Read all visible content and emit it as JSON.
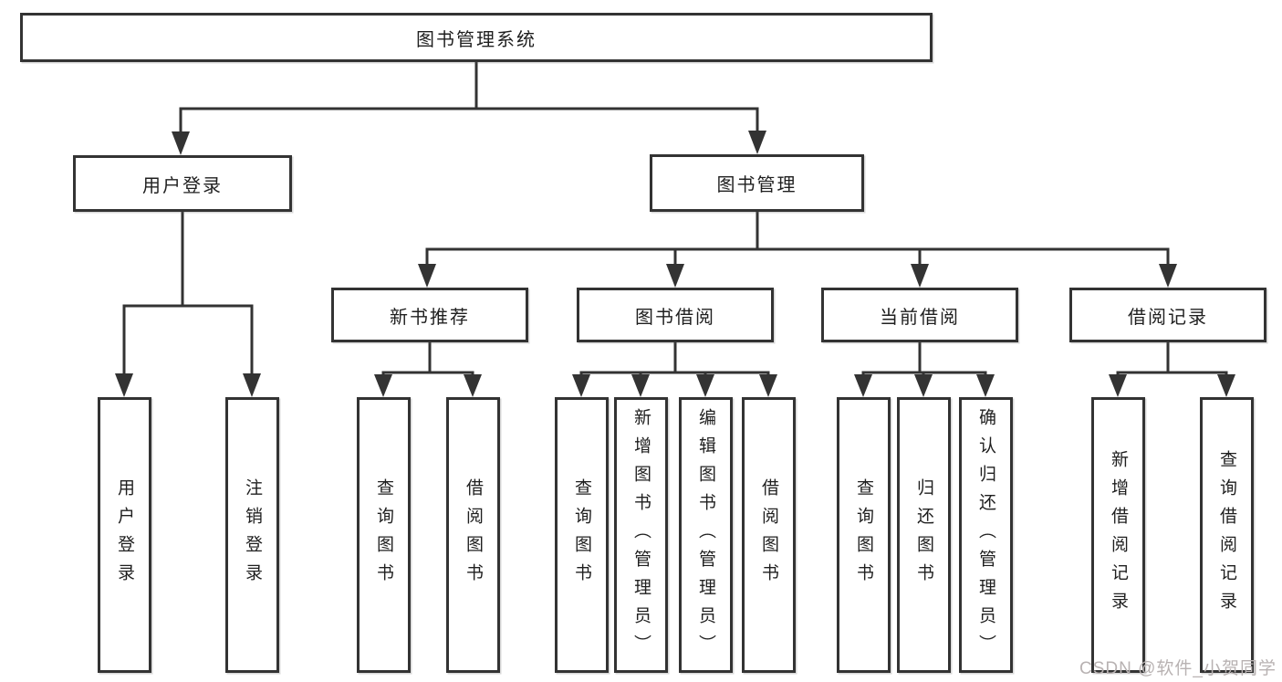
{
  "colors": {
    "line": "#333333",
    "box_border": "#333333",
    "text": "#1f1f1f",
    "watermark": "#b8b2b2",
    "background": "#ffffff"
  },
  "tree": {
    "label": "图书管理系统",
    "children": [
      {
        "label": "用户登录",
        "children": [
          {
            "label": "用户登录"
          },
          {
            "label": "注销登录"
          }
        ]
      },
      {
        "label": "图书管理",
        "children": [
          {
            "label": "新书推荐",
            "children": [
              {
                "label": "查询图书"
              },
              {
                "label": "借阅图书"
              }
            ]
          },
          {
            "label": "图书借阅",
            "children": [
              {
                "label": "查询图书"
              },
              {
                "label": "新增图书（管理员）"
              },
              {
                "label": "编辑图书（管理员）"
              },
              {
                "label": "借阅图书"
              }
            ]
          },
          {
            "label": "当前借阅",
            "children": [
              {
                "label": "查询图书"
              },
              {
                "label": "归还图书"
              },
              {
                "label": "确认归还（管理员）"
              }
            ]
          },
          {
            "label": "借阅记录",
            "children": [
              {
                "label": "新增借阅记录"
              },
              {
                "label": "查询借阅记录"
              }
            ]
          }
        ]
      }
    ]
  },
  "watermark": {
    "text": "CSDN @软件_小贺同学"
  }
}
